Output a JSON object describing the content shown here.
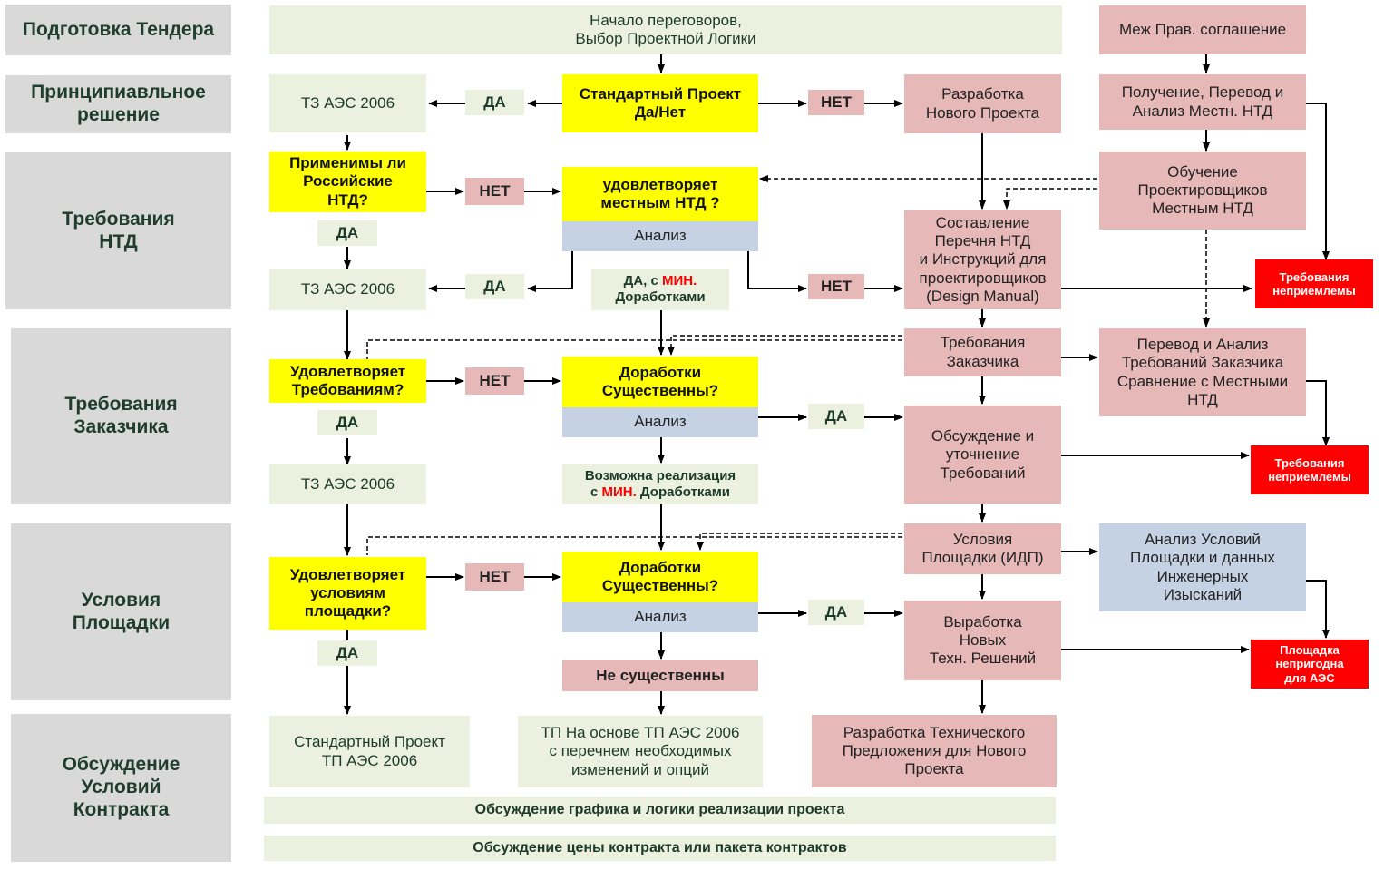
{
  "lanes": {
    "tender": "Подготовка Тендера",
    "principle": "Принципиавльное\nрешение",
    "ntd": "Требования\nНТД",
    "customer": "Требования\nЗаказчика",
    "site": "Условия\nПлощадки",
    "contract": "Обсуждение\nУсловий\nКонтракта"
  },
  "nodes": {
    "start": "Начало переговоров,\nВыбор Проектной Логики",
    "intergov": "Меж Прав. соглашение",
    "tz1": "ТЗ АЭС 2006",
    "tz2": "ТЗ АЭС 2006",
    "tz3": "ТЗ АЭС 2006",
    "std_q": "Стандартный Проект\nДа/Нет",
    "new_project": "Разработка\nНового Проекта",
    "local_ntd": "Получение, Перевод и\nАнализ Местн. НТД",
    "ru_ntd_q": "Применимы ли\nРоссийские\nНТД?",
    "local_q": "удовлетворяет\nместным НТД ?",
    "training": "Обучение\nПроектировщиков\nМестным НТД",
    "design_manual": "Составление\nПеречня НТД\nи Инструкций для\nпроектировщиков\n(Design Manual)",
    "cust_q": "Удовлетворяет\nТребованиям?",
    "mods_q1": "Доработки\nСущественны?",
    "cust_req": "Требования\nЗаказчика",
    "cust_analysis": "Перевод и Анализ\nТребований Заказчика\nСравнение с Местными\nНТД",
    "discussion": "Обсуждение и\nуточнение\nТребований",
    "site_q": "Удовлетворяет\nусловиям\nплощадки?",
    "mods_q2": "Доработки\nСущественны?",
    "site_cond": "Условия\nПлощадки (ИДП)",
    "site_analysis": "Анализ Условий\nПлощадки и данных\nИнженерных\nИзысканий",
    "new_solutions": "Выработка\nНовых\nТехн. Решений",
    "not_significant": "Не существенны",
    "std_final": "Стандартный Проект\nТП АЭС 2006",
    "tp_final": "ТП На основе ТП АЭС 2006\nс перечнем необходимых\nизменений и опций",
    "tech_offer": "Разработка Технического\nПредложения для Нового\nПроекта",
    "schedule": "Обсуждение графика и логики реализации проекта",
    "price": "Обсуждение цены контракта или пакета контрактов"
  },
  "analysis": "Анализ",
  "labels": {
    "yes": "ДА",
    "no": "НЕТ",
    "yes_min_a": "ДА, с ",
    "yes_min_b": "МИН.",
    "yes_min_c": "\nДоработками",
    "possible_a": "Возможна реализация\nс ",
    "possible_b": "МИН.",
    "possible_c": " Доработками"
  },
  "rejects": {
    "r1": "Требования\nнеприемлемы",
    "r2": "Требования\nнеприемлемы",
    "r3": "Площадка\nнепригодна\nдля АЭС"
  },
  "colors": {
    "lane": "#d9d9d9",
    "green": "#ebf1de",
    "yellow": "#ffff00",
    "pink": "#e6b8b7",
    "blue": "#c5d2e3",
    "red": "#ff0000",
    "highlight": "#ff0000"
  }
}
